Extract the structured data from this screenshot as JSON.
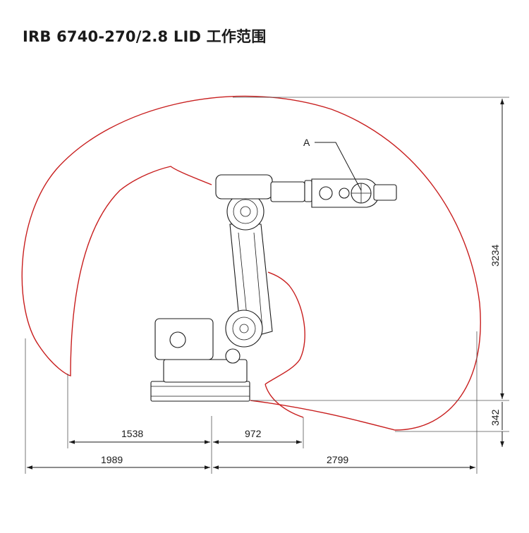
{
  "title": "IRB 6740-270/2.8 LID 工作范围",
  "colors": {
    "envelope": "#c81e1e",
    "lines": "#1a1a1a"
  },
  "point_label": "A",
  "dimensions": {
    "vertical_height": "3234",
    "vertical_base": "342",
    "upper_left": "1538",
    "upper_right": "972",
    "lower_left": "1989",
    "lower_right": "2799"
  }
}
